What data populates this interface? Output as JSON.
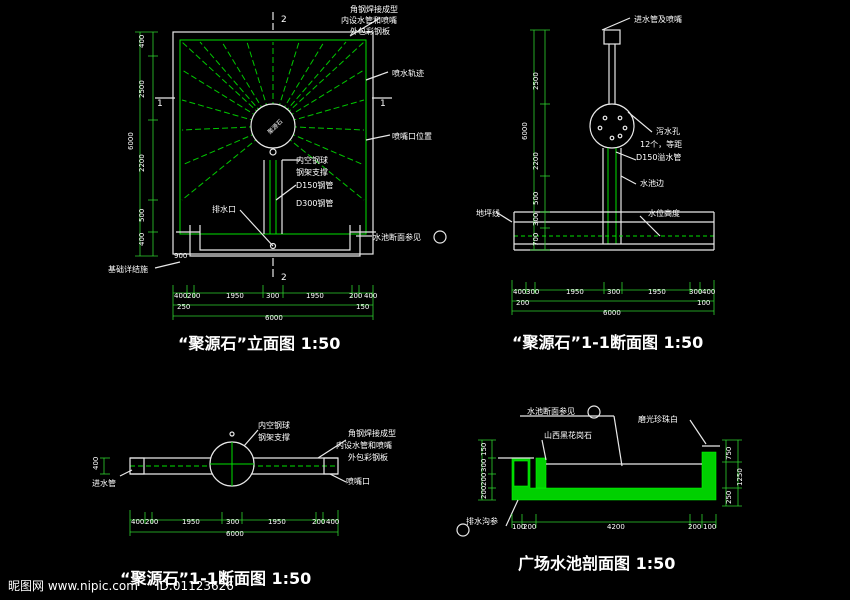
{
  "colors": {
    "background": "#000000",
    "line_white": "#e8e8e8",
    "line_green": "#00e000",
    "text": "#ffffff"
  },
  "titles": {
    "elevation": "“聚源石”立面图  1:50",
    "section_1_1": "“聚源石”1-1断面图  1:50",
    "section_2_2": "“聚源石”1-1断面图  1:50",
    "pool_section": "广场水池剖面图  1:50"
  },
  "section_marks": {
    "mark_1": "1",
    "mark_2": "2"
  },
  "elevation": {
    "labels": {
      "angle_steel": "角钢焊接成型",
      "inner_pipe": "内设水管和喷嘴",
      "outer_plate": "外包彩钢板",
      "spray_track": "喷水轨迹",
      "nozzle_pos": "喷嘴口位置",
      "hollow_ball": "内空钢球",
      "steel_frame": "钢架支撑",
      "d150": "D150钢管",
      "d300": "D300钢管",
      "drain": "排水口",
      "pool_ref": "水池断面参见",
      "foundation": "基础详结施",
      "ball_text": "聚源石"
    },
    "vdims": [
      "400",
      "2500",
      "2200",
      "500",
      "400",
      "6000"
    ],
    "hdims_top": [
      "400",
      "200",
      "1950",
      "300",
      "1950",
      "200",
      "400"
    ],
    "hdims_mid": [
      "250",
      "150"
    ],
    "hdims_total": "6000",
    "small_dim": "900"
  },
  "section_1_1": {
    "labels": {
      "inlet": "进水管及喷嘴",
      "overflow_holes": "泻水孔",
      "holes_count": "12个，等距",
      "overflow_pipe": "D150溢水管",
      "pool_edge": "水池边",
      "ground": "地坪线",
      "water_level": "水位高度"
    },
    "vdims": [
      "2500",
      "6000",
      "2200",
      "500",
      "300",
      "700"
    ],
    "hdims_top": [
      "400",
      "300",
      "1950",
      "300",
      "1950",
      "300",
      "400"
    ],
    "hdims_mid": [
      "200",
      "100"
    ],
    "hdims_total": "6000"
  },
  "plan_section": {
    "labels": {
      "hollow_ball": "内空钢球",
      "steel_frame": "钢架支撑",
      "angle_steel": "角钢焊接成型",
      "inner_pipe": "内设水管和喷嘴",
      "outer_plate": "外包彩钢板",
      "inlet_pipe": "进水管",
      "nozzle": "喷嘴口"
    },
    "vdim": "400",
    "hdims": [
      "400",
      "200",
      "1950",
      "300",
      "1950",
      "200",
      "400"
    ],
    "hdims_total": "6000"
  },
  "pool_section": {
    "labels": {
      "pool_ref": "水池断面参见",
      "granite": "山西黑花岗石",
      "pearl_white": "磨光珍珠白",
      "drain_ditch": "排水沟参"
    },
    "vdims_left": [
      "150",
      "300",
      "200",
      "200"
    ],
    "vdims_right": [
      "750",
      "1250",
      "250"
    ],
    "hdims": [
      "100",
      "200",
      "4200",
      "200",
      "100"
    ]
  },
  "watermark": "昵图网 www.nipic.com",
  "watermark_id": "ID:01123626"
}
